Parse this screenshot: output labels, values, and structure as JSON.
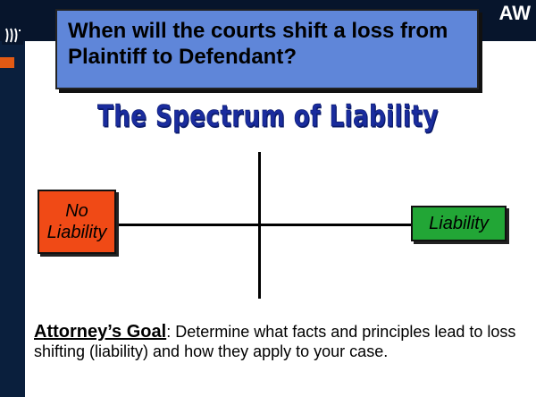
{
  "header": {
    "tag_text": "AW"
  },
  "title": {
    "text": "When will the courts shift a loss from  Plaintiff to Defendant?"
  },
  "spectrum": {
    "heading": "The Spectrum of Liability",
    "left_box": "No Liability",
    "right_box": "Liability"
  },
  "goal": {
    "label": "Attorney’s Goal",
    "separator": ":",
    "text": " Determine what facts and principles lead to loss shifting (liability) and how they apply to your case."
  },
  "colors": {
    "header_band": "#07152c",
    "title_bg": "#5f86d9",
    "heading_text": "#1a2c9e",
    "no_liability_bg": "#f04a16",
    "liability_bg": "#22a636",
    "accent_orange": "#e25a14"
  },
  "icons": {
    "logo": "university-logo-icon"
  }
}
